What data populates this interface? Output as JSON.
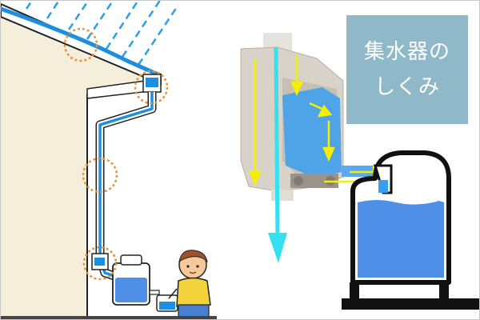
{
  "title": {
    "lines": [
      "集水器の",
      "しくみ"
    ]
  },
  "colors": {
    "water": "#4f8fe8",
    "pipe_water": "#1e8fe0",
    "rain": "#2a9fe8",
    "arrow_yellow": "#f5f000",
    "arrow_cyan": "#35e0f0",
    "highlight_circle": "#e8943a",
    "title_bg": "#8fb8c9",
    "wall": "#f5eedb"
  },
  "callouts": [
    {
      "icon": "roof-edge-circle"
    },
    {
      "icon": "gutter-inlet-circle"
    },
    {
      "icon": "downpipe-circle"
    },
    {
      "icon": "collector-circle"
    }
  ]
}
